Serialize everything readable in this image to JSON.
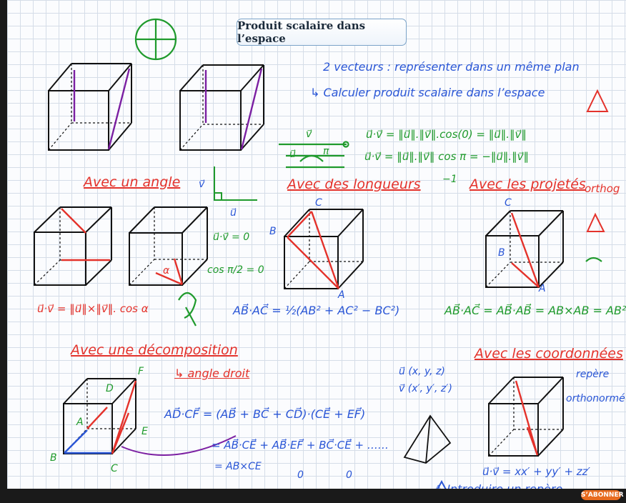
{
  "title": "Produit scalaire dans l’espace",
  "notes": {
    "line1": "2 vecteurs : représenter dans un même plan",
    "line2": "↳ Calculer produit scalaire dans l’espace",
    "formula1": "u⃗·v⃗ = ‖u⃗‖.‖v⃗‖.cos(0) = ‖u⃗‖.‖v⃗‖",
    "formula2": "u⃗·v⃗ = ‖u⃗‖.‖v⃗‖ cos π = −‖u⃗‖.‖v⃗‖",
    "minus_one": "−1"
  },
  "sections": {
    "angle": "Avec un angle",
    "longueurs": "Avec des longueurs",
    "projetes": "Avec les projetés",
    "orthog": "orthog",
    "decomposition": "Avec une décomposition",
    "angle_droit": "↳ angle droit",
    "coordonnees": "Avec les coordonnées"
  },
  "formulas": {
    "uv_zero": "u⃗·v⃗ = 0",
    "cos_pi2": "cos π/2 = 0",
    "angle_formula": "u⃗·v⃗ = ‖u⃗‖×‖v⃗‖. cos α",
    "lengths_formula": "AB⃗·AC⃗ = ½(AB² + AC² − BC²)",
    "proj_formula": "AB⃗·AC⃗ = AB⃗·AB⃗ = AB×AB = AB²",
    "decomp_line1": "AD⃗·CF⃗ = (AB⃗ + BC⃗ + CD⃗)·(CE⃗ + EF⃗)",
    "decomp_line2": "= AB⃗·CE⃗ + AB⃗·EF⃗ + BC⃗·CE⃗ + ……",
    "decomp_line3": "= AB×CE",
    "zero": "0",
    "coords_u": "u⃗ (x, y, z)",
    "coords_v": "v⃗ (x′, y′, z′)",
    "repere1": "repère",
    "repere2": "orthonormé",
    "coords_formula": "u⃗·v⃗ = xx′ + yy′ + zz′",
    "intro": "⚠ Introduire un repère"
  },
  "labels": {
    "u": "u⃗",
    "v": "v⃗",
    "alpha": "α",
    "A": "A",
    "B": "B",
    "C": "C",
    "D": "D",
    "E": "E",
    "F": "F",
    "pi": "π"
  },
  "subscribe_label": "S’ABONNER",
  "colors": {
    "red": "#e4322b",
    "blue": "#2a56d6",
    "green": "#1f9a2c",
    "purple": "#7b1fa2"
  }
}
